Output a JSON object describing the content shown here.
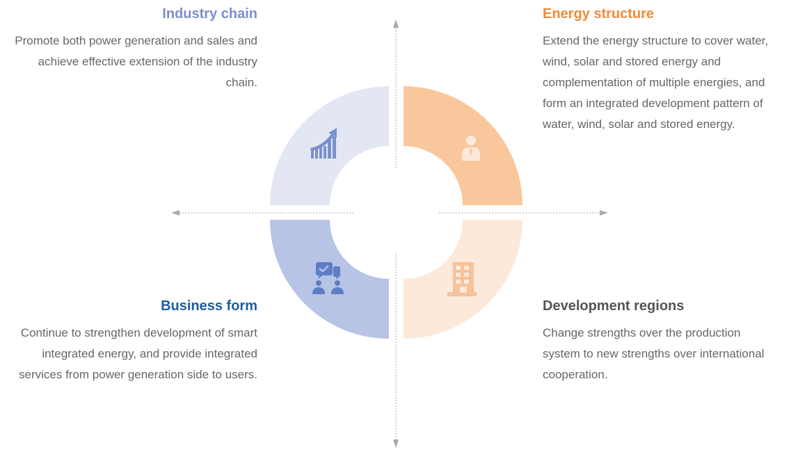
{
  "quadrants": {
    "top_left": {
      "title": "Industry chain",
      "text": "Promote both power generation and sales and achieve effective extension of the industry chain.",
      "icon": "rising-chart-icon",
      "title_color": "#7C8FC7",
      "segment_color": "#E2E7F3",
      "icon_color": "#7A90CC"
    },
    "top_right": {
      "title": "Energy structure",
      "text": "Extend the energy structure to cover water, wind, solar and stored energy and complementation of multiple energies, and form an integrated development pattern of water, wind, solar and stored energy.",
      "icon": "person-icon",
      "title_color": "#F08A3A",
      "segment_color": "#F9C79B",
      "icon_color": "#FBEADB"
    },
    "bottom_left": {
      "title": "Business form",
      "text": "Continue to strengthen development of smart integrated energy, and provide integrated services from power generation side to users.",
      "icon": "discussion-icon",
      "title_color": "#1C5C9E",
      "segment_color": "#B7C4E5",
      "icon_color": "#5E7EC4"
    },
    "bottom_right": {
      "title": "Development regions",
      "text": "Change strengths over the production system to new strengths over international cooperation.",
      "icon": "building-icon",
      "title_color": "#555555",
      "segment_color": "#FDE9D9",
      "icon_color": "#F5C29A"
    }
  },
  "axes": {
    "color": "#AAAAAA"
  }
}
